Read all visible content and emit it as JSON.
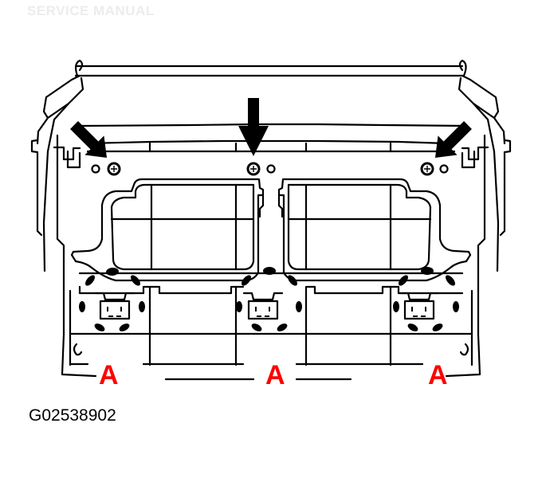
{
  "watermark": {
    "text": "SERVICE MANUAL"
  },
  "figure": {
    "id": "G02538902",
    "subject": "panel-with-three-screws-and-three-clip-locations",
    "line_color": "#000000",
    "background_color": "#ffffff"
  },
  "arrows": [
    {
      "position": "left",
      "direction": "down-right",
      "points_to": "left-screw"
    },
    {
      "position": "center",
      "direction": "down",
      "points_to": "center-screw"
    },
    {
      "position": "right",
      "direction": "down-left",
      "points_to": "right-screw"
    }
  ],
  "screws": [
    {
      "position": "left",
      "type": "phillips"
    },
    {
      "position": "center",
      "type": "phillips"
    },
    {
      "position": "right",
      "type": "phillips"
    }
  ],
  "callouts": {
    "color": "#ff0000",
    "items": [
      {
        "label": "A",
        "position": "left"
      },
      {
        "label": "A",
        "position": "center"
      },
      {
        "label": "A",
        "position": "right"
      }
    ]
  }
}
